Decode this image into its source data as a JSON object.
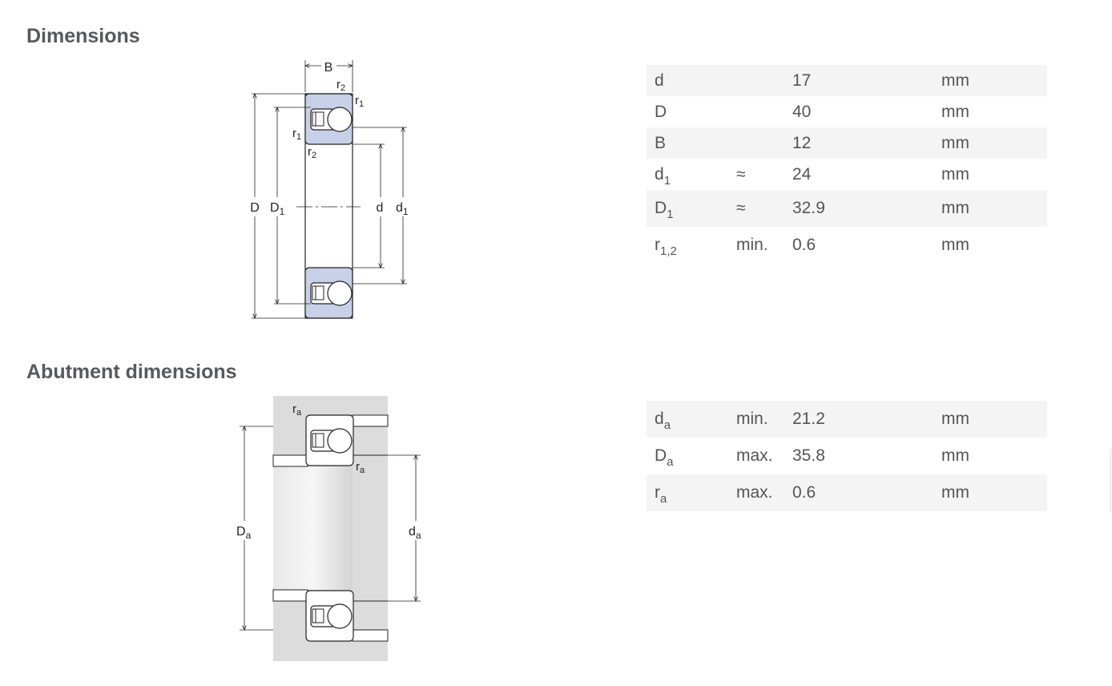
{
  "sections": {
    "dimensions_title": "Dimensions",
    "abutment_title": "Abutment dimensions"
  },
  "dimensions_diagram": {
    "labels": {
      "B": "B",
      "r2_top": "r",
      "r2_top_sub": "2",
      "r1_top": "r",
      "r1_top_sub": "1",
      "r1_left": "r",
      "r1_left_sub": "1",
      "r2_left": "r",
      "r2_left_sub": "2",
      "D": "D",
      "D1": "D",
      "D1_sub": "1",
      "d": "d",
      "d1": "d",
      "d1_sub": "1"
    }
  },
  "abutment_diagram": {
    "labels": {
      "ra_top": "r",
      "ra_top_sub": "a",
      "ra_mid": "r",
      "ra_mid_sub": "a",
      "Da": "D",
      "Da_sub": "a",
      "da": "d",
      "da_sub": "a"
    }
  },
  "dimensions": [
    {
      "symbol": "d",
      "sub": "",
      "qualifier": "",
      "value": "17",
      "unit": "mm"
    },
    {
      "symbol": "D",
      "sub": "",
      "qualifier": "",
      "value": "40",
      "unit": "mm"
    },
    {
      "symbol": "B",
      "sub": "",
      "qualifier": "",
      "value": "12",
      "unit": "mm"
    },
    {
      "symbol": "d",
      "sub": "1",
      "qualifier": "≈",
      "value": "24",
      "unit": "mm"
    },
    {
      "symbol": "D",
      "sub": "1",
      "qualifier": "≈",
      "value": "32.9",
      "unit": "mm"
    },
    {
      "symbol": "r",
      "sub": "1,2",
      "qualifier": "min.",
      "value": "0.6",
      "unit": "mm"
    }
  ],
  "abutment_dimensions": [
    {
      "symbol": "d",
      "sub": "a",
      "qualifier": "min.",
      "value": "21.2",
      "unit": "mm"
    },
    {
      "symbol": "D",
      "sub": "a",
      "qualifier": "max.",
      "value": "35.8",
      "unit": "mm"
    },
    {
      "symbol": "r",
      "sub": "a",
      "qualifier": "max.",
      "value": "0.6",
      "unit": "mm"
    }
  ],
  "colors": {
    "title": "#58595b",
    "text": "#555555",
    "row_stripe": "#f4f4f4",
    "bearing_fill": "#c8d0e8",
    "shaft_fill": "#d9d9d9"
  }
}
